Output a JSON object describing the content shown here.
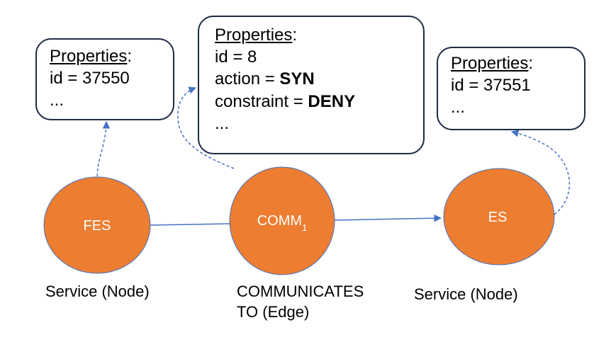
{
  "colors": {
    "node_fill": "#ED7D31",
    "node_stroke": "#4472C4",
    "edge": "#4472C4",
    "box_border": "#1f2a44"
  },
  "boxes": {
    "fes": {
      "title": "Properties",
      "title_suffix": ":",
      "lines": [
        "id = 37550",
        "..."
      ]
    },
    "comm": {
      "title": "Properties",
      "title_suffix": ":",
      "id_line": "id = 8",
      "action_key": "action = ",
      "action_value": "SYN",
      "constraint_key": "constraint = ",
      "constraint_value": "DENY",
      "ellipsis": "..."
    },
    "es": {
      "title": "Properties",
      "title_suffix": ":",
      "lines": [
        "id = 37551",
        "..."
      ]
    }
  },
  "nodes": {
    "fes": {
      "label": "FES"
    },
    "comm": {
      "label": "COMM",
      "subscript": "1"
    },
    "es": {
      "label": "ES"
    }
  },
  "captions": {
    "fes": "Service (Node)",
    "comm_line1": "COMMUNICATES",
    "comm_line2": "TO (Edge)",
    "es": "Service (Node)"
  }
}
